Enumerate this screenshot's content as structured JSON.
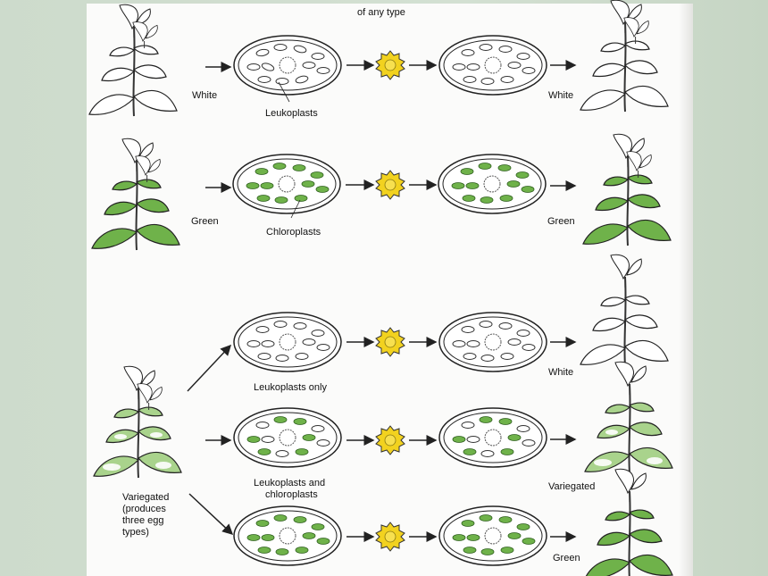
{
  "figure": {
    "header_label": "of any type",
    "rows": {
      "white": {
        "plant_label": "White",
        "organelle_label": "Leukoplasts",
        "offspring_label": "White"
      },
      "green": {
        "plant_label": "Green",
        "organelle_label": "Chloroplasts",
        "offspring_label": "Green"
      },
      "variegated": {
        "plant_label_lines": [
          "Variegated",
          "(produces",
          "three egg",
          "types)"
        ],
        "branches": [
          {
            "egg_label": "Leukoplasts only",
            "offspring_label": "White"
          },
          {
            "egg_label_lines": [
              "Leukoplasts and",
              "chloroplasts"
            ],
            "offspring_label": "Variegated"
          },
          {
            "offspring_label": "Green"
          }
        ]
      }
    }
  },
  "colors": {
    "chloroplast": "#6fb24a",
    "leukoplast": "#ffffff",
    "pollen": "#f2d21f",
    "leaf_green": "#6fb24a",
    "outline": "#222222",
    "slide_background": "#cfdccf"
  }
}
